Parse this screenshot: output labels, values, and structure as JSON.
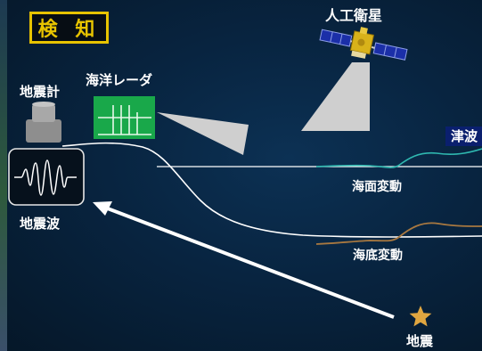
{
  "title": "検 知",
  "labels": {
    "satellite": "人工衛星",
    "seismometer": "地震計",
    "ocean_radar": "海洋レーダ",
    "tsunami": "津波",
    "sea_surface": "海面変動",
    "seismic_wave": "地震波",
    "sea_bottom": "海底変動",
    "earthquake": "地震"
  },
  "colors": {
    "title_accent": "#e7c300",
    "radar_green": "#19a84a",
    "sea_surface_line": "#2fb8b0",
    "sea_bottom_line": "#a87840",
    "epicenter_star": "#e0a640",
    "beam": "#cfcfcf"
  },
  "icons": [
    "satellite-icon",
    "seismometer-icon",
    "radar-station-icon",
    "seismogram-icon",
    "epicenter-star-icon"
  ]
}
